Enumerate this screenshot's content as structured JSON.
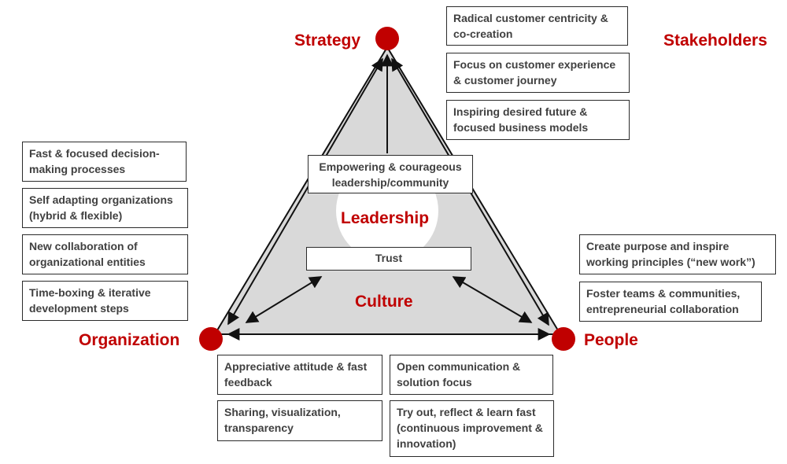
{
  "colors": {
    "accent": "#c00000",
    "triangle_fill": "#d9d9d9",
    "box_border": "#2b2b2b",
    "text": "#404040"
  },
  "nodes": {
    "strategy": "Strategy",
    "organization": "Organization",
    "people": "People",
    "stakeholders": "Stakeholders"
  },
  "center": {
    "leadership": "Leadership",
    "culture": "Culture",
    "leadership_box": "Empowering & courageous leadership/community",
    "trust": "Trust"
  },
  "stakeholders_items": [
    "Radical customer centricity & co-creation",
    "Focus on customer experience & customer journey",
    "Inspiring desired future & focused business models"
  ],
  "organization_items": [
    "Fast & focused decision-making processes",
    "Self adapting organizations (hybrid & flexible)",
    "New collaboration of organizational entities",
    "Time-boxing & iterative development steps"
  ],
  "people_items": [
    "Create purpose and inspire working principles (“new work”)",
    "Foster teams & communities, entrepreneurial collaboration"
  ],
  "culture_left_items": [
    "Appreciative attitude & fast feedback",
    "Sharing, visualization, transparency"
  ],
  "culture_right_items": [
    "Open communication & solution focus",
    "Try out, reflect & learn fast (continuous improvement & innovation)"
  ]
}
